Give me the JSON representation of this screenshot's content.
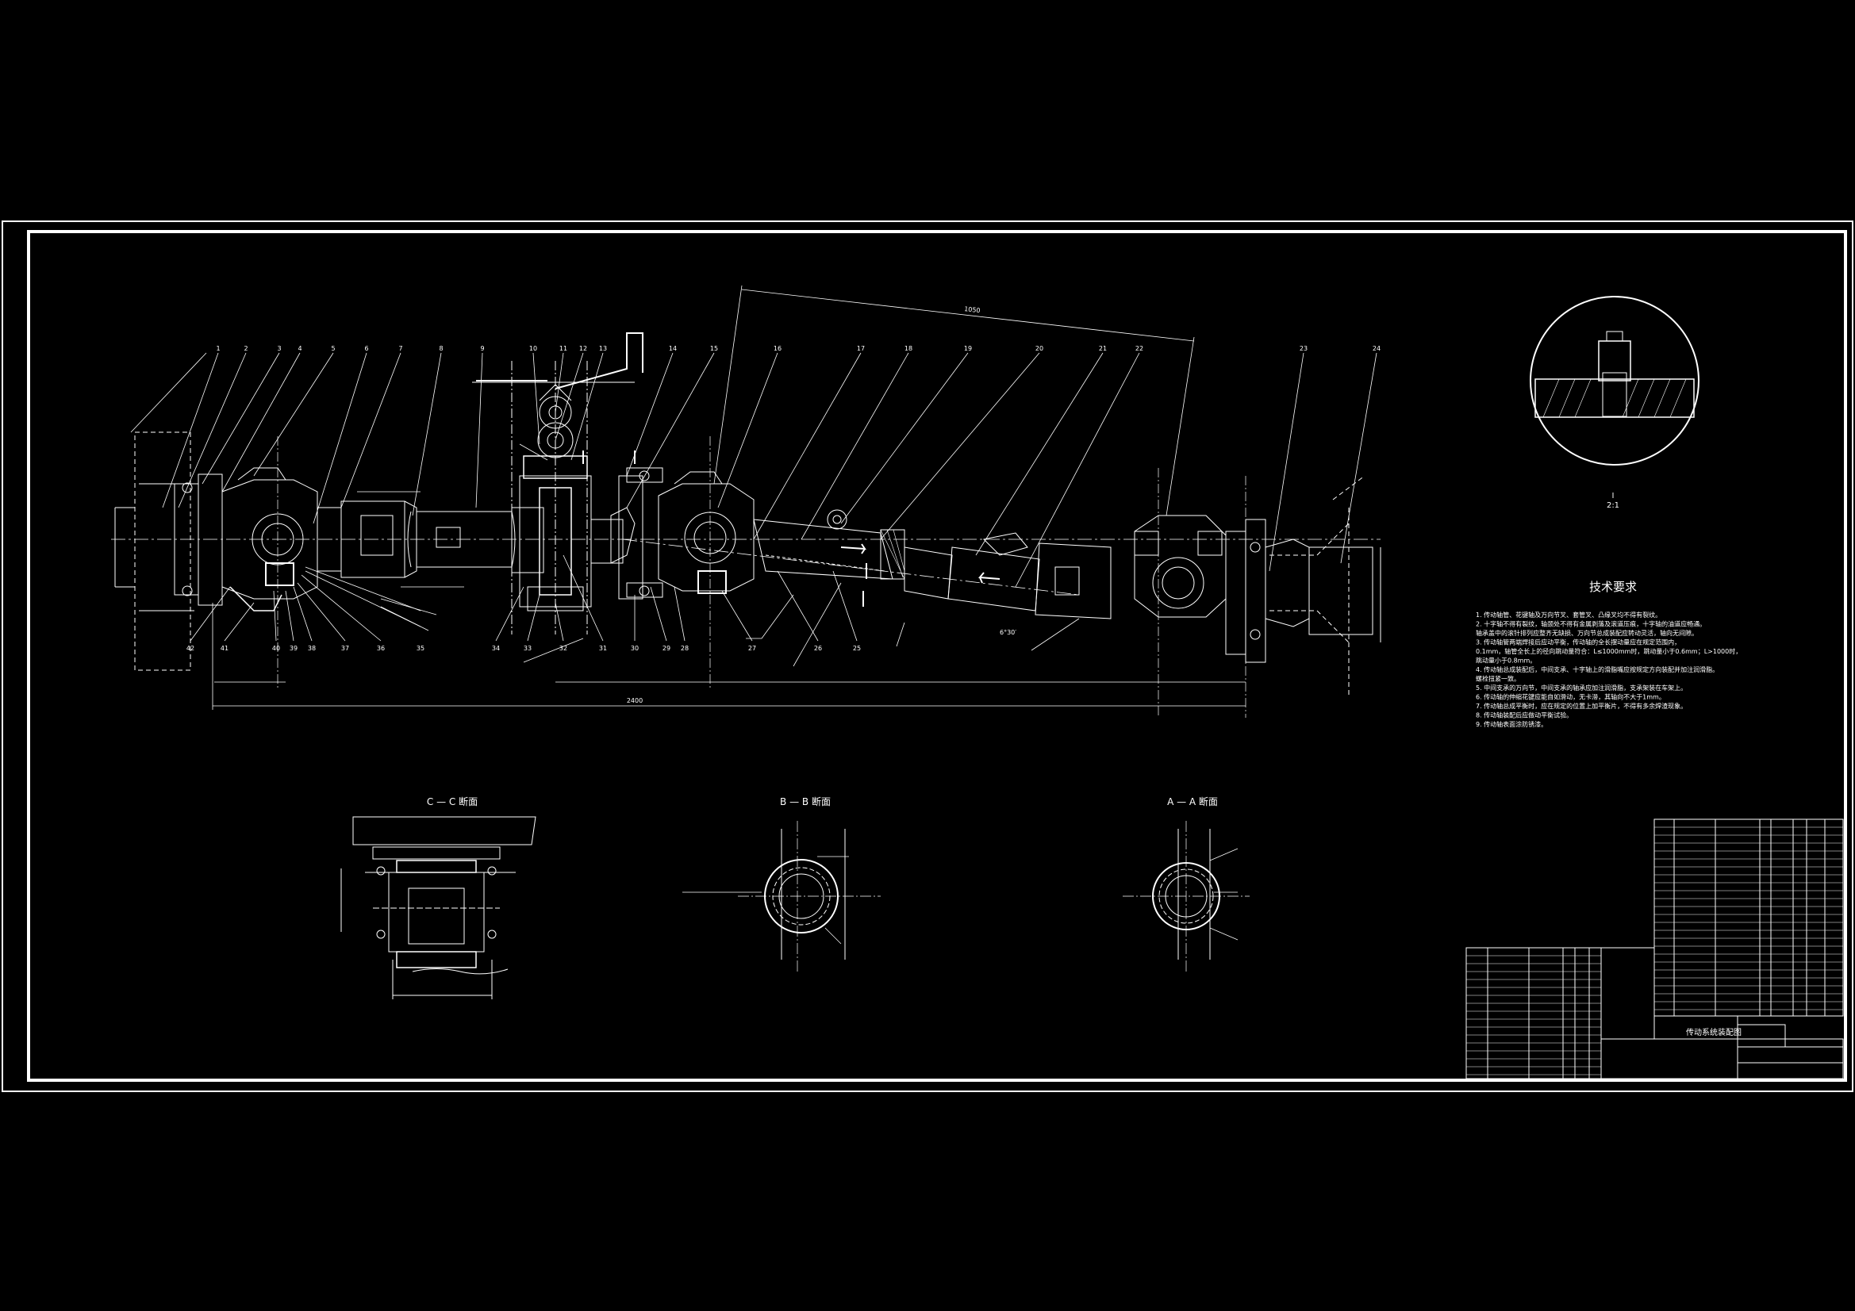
{
  "balloons": [
    "1",
    "2",
    "3",
    "4",
    "5",
    "6",
    "7",
    "8",
    "9",
    "10",
    "11",
    "12",
    "13",
    "14",
    "15",
    "16",
    "17",
    "18",
    "19",
    "20",
    "21",
    "22",
    "23",
    "24"
  ],
  "balloons_bottom": [
    "42",
    "41",
    "40",
    "39",
    "38",
    "37",
    "36",
    "35",
    "34",
    "33",
    "32",
    "31",
    "30",
    "29",
    "28",
    "27",
    "26",
    "25"
  ],
  "detail": {
    "label": "I",
    "scale": "2:1"
  },
  "sections": {
    "cc": "C — C 断面",
    "bb": "B — B 断面",
    "aa": "A — A 断面"
  },
  "tech": {
    "heading": "技术要求",
    "items": [
      "1. 传动轴管、花键轴及万向节叉、套管叉、凸缘叉均不得有裂纹。",
      "2. 十字轴不得有裂纹，轴颈处不得有金属剥落及滚道压痕，十字轴的油道应畅通。",
      "   轴承盖中的滚针排列应整齐无缺损、万向节总成装配应转动灵活，轴向无间隙。",
      "3. 传动轴管两端焊接后应动平衡，传动轴的全长摆动量应在规定范围内，",
      "   0.1mm，轴管全长上的径向跳动量符合：L≤1000mm时，跳动量小于0.6mm；L>1000时，",
      "   跳动量小于0.8mm。",
      "4. 传动轴总成装配后，中间支承、十字轴上的滑脂嘴应按规定方向装配并加注润滑脂。",
      "   螺栓扭紧一致。",
      "5. 中间支承的万向节，中间支承的轴承应加注润滑脂，支承架装在车架上。",
      "6. 传动轴的伸缩花键应能自如滑动，无卡滞，其轴向不大于1mm。",
      "7. 传动轴总成平衡时，应在规定的位置上加平衡片，不得有多余焊渣现象。",
      "8. 传动轴装配后应做动平衡试验。",
      "9. 传动轴表面涂防锈漆。"
    ]
  },
  "dims": {
    "angle": "6°30′",
    "top_len": "1050",
    "overall": "2400"
  },
  "title_block": {
    "drawing_name": "传动系统装配图"
  }
}
